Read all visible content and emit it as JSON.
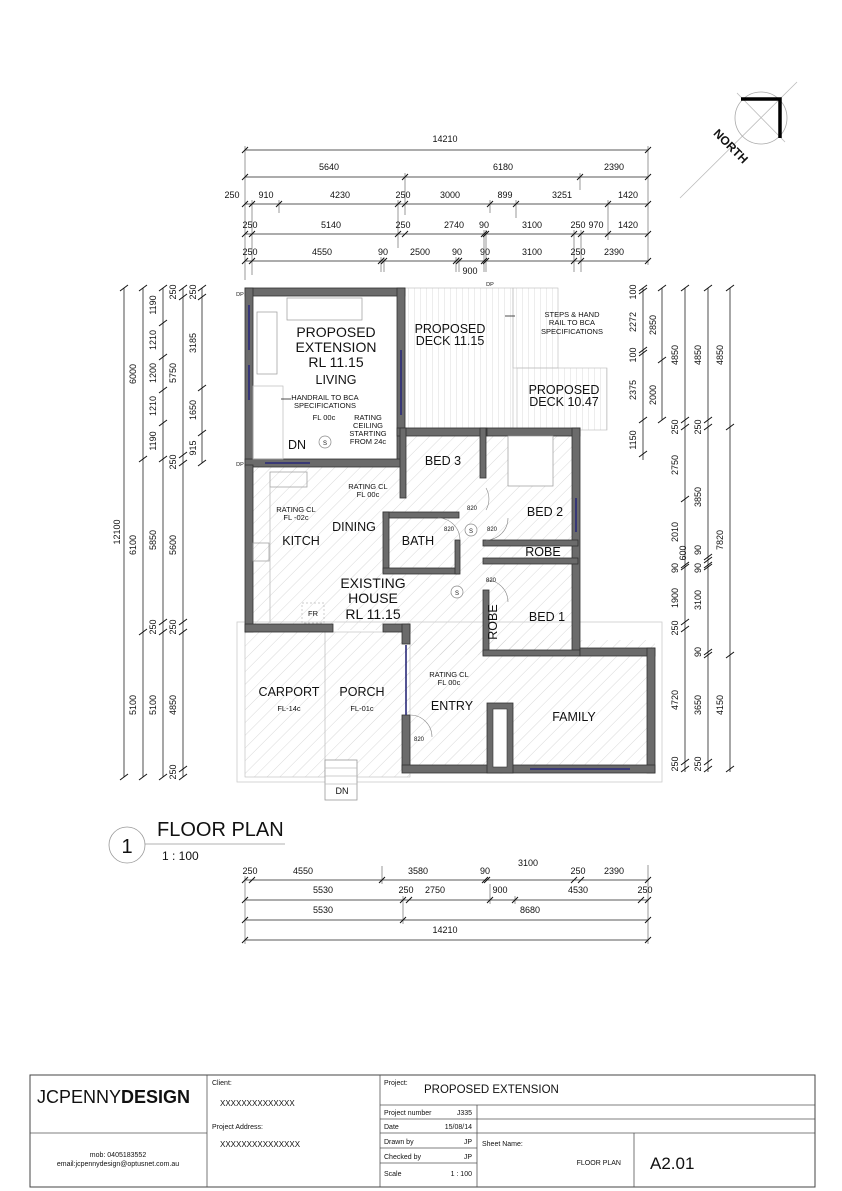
{
  "north": {
    "label": "NORTH"
  },
  "drawing": {
    "number": "1",
    "title": "FLOOR PLAN",
    "scale": "1 : 100"
  },
  "rooms": {
    "extension": [
      "PROPOSED",
      "EXTENSION",
      "RL 11.15",
      "LIVING"
    ],
    "deck1": [
      "PROPOSED",
      "DECK 11.15"
    ],
    "deck2": [
      "PROPOSED",
      "DECK 10.47"
    ],
    "steps_note": [
      "STEPS & HAND",
      "RAIL TO BCA",
      "SPECIFICATIONS"
    ],
    "handrail_note": [
      "HANDRAIL TO BCA",
      "SPECIFICATIONS"
    ],
    "ext_fl": "FL 00c",
    "ceiling_note": [
      "RATING",
      "CEILING",
      "STARTING",
      "FROM 24c"
    ],
    "dn": "DN",
    "smoke": "S",
    "dp": "DP",
    "bed3": "BED 3",
    "bed2": "BED 2",
    "bed1": "BED 1",
    "bath": "BATH",
    "robe": "ROBE",
    "robe2": "ROBE",
    "kitchen": [
      "RATING CL",
      "FL -02c",
      "KITCH"
    ],
    "dining": [
      "RATING CL",
      "FL 00c",
      "DINING"
    ],
    "fridge": "FR",
    "existing": [
      "EXISTING",
      "HOUSE",
      "RL 11.15"
    ],
    "carport": [
      "CARPORT",
      "FL-14c"
    ],
    "porch": [
      "PORCH",
      "FL-01c"
    ],
    "entry": [
      "RATING CL",
      "FL 00c",
      "ENTRY"
    ],
    "family": "FAMILY",
    "door": "820"
  },
  "dims_top": {
    "r1": [
      "14210"
    ],
    "r2": [
      "5640",
      "6180",
      "2390"
    ],
    "r3": [
      "250",
      "910",
      "4230",
      "250",
      "3000",
      "899",
      "3251",
      "1420"
    ],
    "r4": [
      "250",
      "5140",
      "250",
      "2740",
      "90",
      "3100",
      "250",
      "970",
      "1420"
    ],
    "r5": [
      "250",
      "4550",
      "90",
      "2500",
      "90",
      "90",
      "3100",
      "250",
      "2390",
      "900"
    ]
  },
  "dims_left": {
    "c1": [
      "12100"
    ],
    "c2": [
      "6000",
      "6100",
      "5100"
    ],
    "c3": [
      "1190",
      "1210",
      "1200",
      "1210",
      "1190",
      "5850",
      "250",
      "5100",
      "250"
    ],
    "c4": [
      "250",
      "5750",
      "250",
      "5600",
      "250",
      "4850",
      "250"
    ],
    "c5": [
      "250",
      "3185",
      "1650",
      "915"
    ]
  },
  "dims_right": {
    "c1": [
      "100",
      "2272",
      "100",
      "2375",
      "1150"
    ],
    "c2": [
      "2850",
      "2000"
    ],
    "c3": [
      "4850",
      "250",
      "2750",
      "2010",
      "90",
      "600",
      "1900",
      "250",
      "4720",
      "250"
    ],
    "c4": [
      "4850",
      "250",
      "3850",
      "90",
      "90",
      "3100",
      "90",
      "3650",
      "250"
    ],
    "c5": [
      "4850",
      "7820",
      "4150"
    ]
  },
  "dims_bottom": {
    "r1": [
      "250",
      "4550",
      "3580",
      "90",
      "3100",
      "250",
      "2390"
    ],
    "r2": [
      "5530",
      "250",
      "2750",
      "900",
      "4530",
      "250"
    ],
    "r3": [
      "5530",
      "8680"
    ],
    "r4": [
      "14210"
    ]
  },
  "title_block": {
    "logo_light": "JCPENNY",
    "logo_bold": "DESIGN",
    "mob": "mob: 0405183552",
    "email": "email:jcpennydesign@optusnet.com.au",
    "client_label": "Client:",
    "client_value": "XXXXXXXXXXXXXX",
    "address_label": "Project Address:",
    "address_value": "XXXXXXXXXXXXXXX",
    "project_label": "Project:",
    "project_value": "PROPOSED EXTENSION",
    "project_number_label": "Project number",
    "project_number": "J335",
    "date_label": "Date",
    "date": "15/08/14",
    "drawn_label": "Drawn by",
    "drawn": "JP",
    "checked_label": "Checked by",
    "checked": "JP",
    "scale_label": "Scale",
    "scale": "1 : 100",
    "sheet_name_label": "Sheet Name:",
    "sheet_name": "FLOOR PLAN",
    "sheet_number": "A2.01"
  }
}
